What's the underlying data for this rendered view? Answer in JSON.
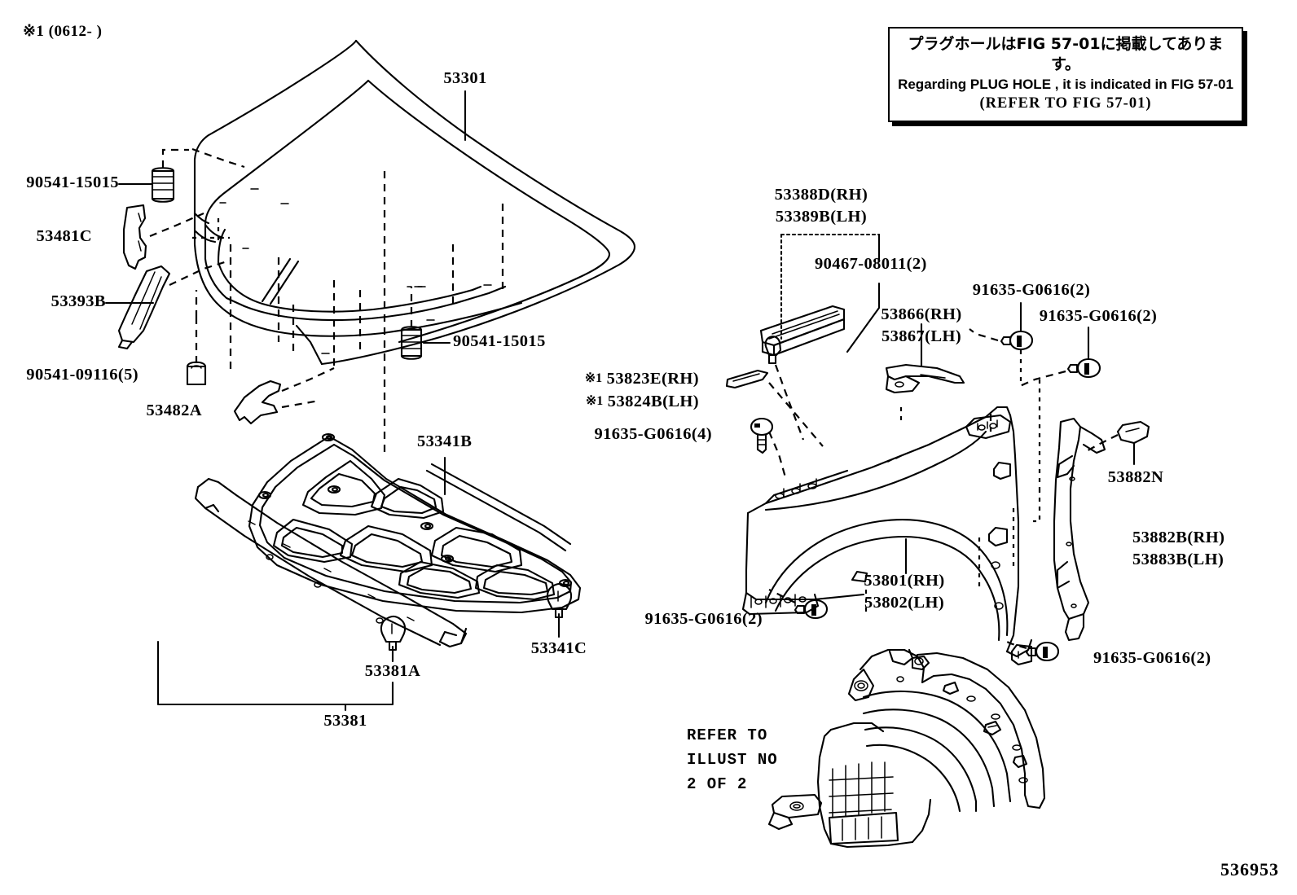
{
  "drawing": {
    "number": "536953",
    "top_note": "※1 (0612-      )"
  },
  "note_box": {
    "line_jp": "プラグホールはFIG 57-01に掲載してあります。",
    "line_en": "Regarding PLUG HOLE , it is indicated in FIG 57-01",
    "line_en2": "(REFER TO FIG 57-01)"
  },
  "labels": {
    "hood": "53301",
    "cushion_top_left": "90541-15015",
    "cushion_right": "90541-15015",
    "seal_53481c": "53481C",
    "seal_53393b": "53393B",
    "clip_90541_09116": "90541-09116(5)",
    "seal_53482a": "53482A",
    "insulator_53341b": "53341B",
    "clip_53341c": "53341C",
    "clip_53381a": "53381A",
    "support_53381": "53381",
    "protector_rh": "53388D(RH)",
    "protector_lh": "53389B(LH)",
    "screw_90467": "90467-08011(2)",
    "seal_53823e_rh": "53823E(RH)",
    "seal_53824b_lh": "53824B(LH)",
    "mark_prefix": "※1",
    "bolt_91635_4": "91635-G0616(4)",
    "bolt_91635_top": "91635-G0616(2)",
    "bolt_91635_top2": "91635-G0616(2)",
    "bolt_91635_left": "91635-G0616(2)",
    "bolt_91635_bottom": "91635-G0616(2)",
    "bracket_53866_rh": "53866(RH)",
    "bracket_53867_lh": "53867(LH)",
    "fender_rh": "53801(RH)",
    "fender_lh": "53802(LH)",
    "clip_53882n": "53882N",
    "seal_53882b_rh": "53882B(RH)",
    "seal_53883b_lh": "53883B(LH)",
    "refer_line1": "REFER TO",
    "refer_line2": "ILLUST NO",
    "refer_line3": "2 OF 2"
  },
  "colors": {
    "ink": "#000000",
    "paper": "#ffffff"
  }
}
